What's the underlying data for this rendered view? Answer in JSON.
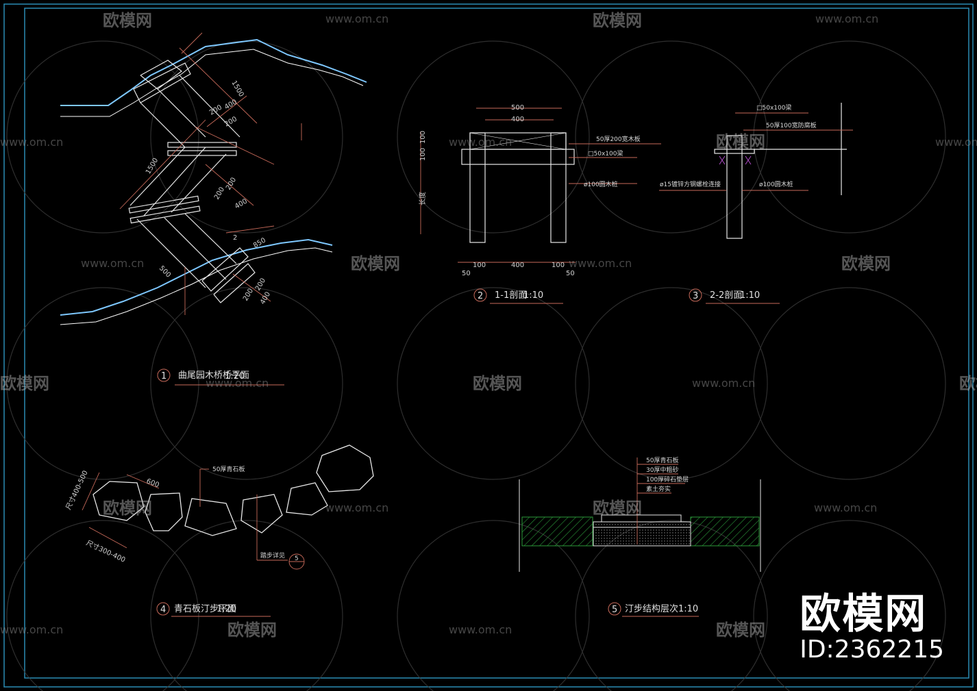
{
  "drawings": {
    "d1": {
      "num": "1",
      "caption": "曲尾园木桥桥平面",
      "scale": "1:20",
      "dims": [
        "1500",
        "400",
        "200",
        "200",
        "1500",
        "200",
        "200",
        "400",
        "850",
        "2",
        "200",
        "200",
        "400",
        "500"
      ]
    },
    "d2": {
      "num": "2",
      "caption": "1-1剖面",
      "scale": "1:10",
      "top_dims": [
        "500",
        "400"
      ],
      "side_dims": [
        "100",
        "100",
        "长度"
      ],
      "bottom_dims": [
        "100",
        "400",
        "100",
        "50",
        "50"
      ],
      "labels": [
        "50厚200宽木板",
        "□50x100梁",
        "ø100圆木桩"
      ]
    },
    "d3": {
      "num": "3",
      "caption": "2-2剖面",
      "scale": "1:10",
      "labels": [
        "□50x100梁",
        "50厚100宽防腐板",
        "ø15镀锌方钢螺栓连接",
        "ø100圆木桩"
      ]
    },
    "d4": {
      "num": "4",
      "caption": "青石板汀步平面",
      "scale": "1:20",
      "dims": [
        "600",
        "尺寸400-500",
        "尺寸300-400"
      ],
      "label": "50厚青石板",
      "ref_text": "踏步详见",
      "ref_num": "5"
    },
    "d5": {
      "num": "5",
      "caption": "汀步结构层次1:10",
      "layers": [
        "50厚青石板",
        "30厚中粗砂",
        "100厚碎石垫层",
        "素土夯实"
      ]
    }
  },
  "watermarks": {
    "brand": "欧模网",
    "url": "www.om.cn"
  },
  "logo": {
    "name": "欧模网",
    "id": "ID:2362215"
  },
  "colors": {
    "line": "#e8e8e8",
    "dim": "#c86a5a",
    "water": "#7ec8ff",
    "frame": "#3aa0c8",
    "grass": "#1f7a2a",
    "label_mark": "#b04cc8"
  }
}
